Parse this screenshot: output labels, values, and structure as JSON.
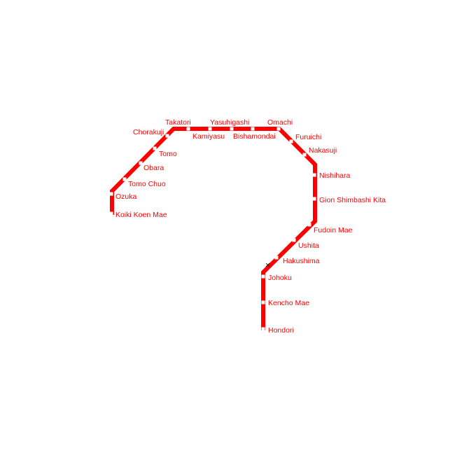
{
  "line_color": "#ff0000",
  "stations": [
    {
      "name": "Koiki Koen Mae"
    },
    {
      "name": "Ozuka"
    },
    {
      "name": "Tomo Chuo"
    },
    {
      "name": "Obara"
    },
    {
      "name": "Tomo"
    },
    {
      "name": "Chorakuji"
    },
    {
      "name": "Takatori"
    },
    {
      "name": "Kamiyasu"
    },
    {
      "name": "Yasuhigashi"
    },
    {
      "name": "Bishamondai"
    },
    {
      "name": "Omachi"
    },
    {
      "name": "Furuichi"
    },
    {
      "name": "Nakasuji"
    },
    {
      "name": "Nishihara"
    },
    {
      "name": "Gion Shimbashi Kita"
    },
    {
      "name": "Fudoin Mae"
    },
    {
      "name": "Ushita"
    },
    {
      "name": "Hakushima"
    },
    {
      "name": "Johoku"
    },
    {
      "name": "Kencho Mae"
    },
    {
      "name": "Hondori"
    }
  ]
}
